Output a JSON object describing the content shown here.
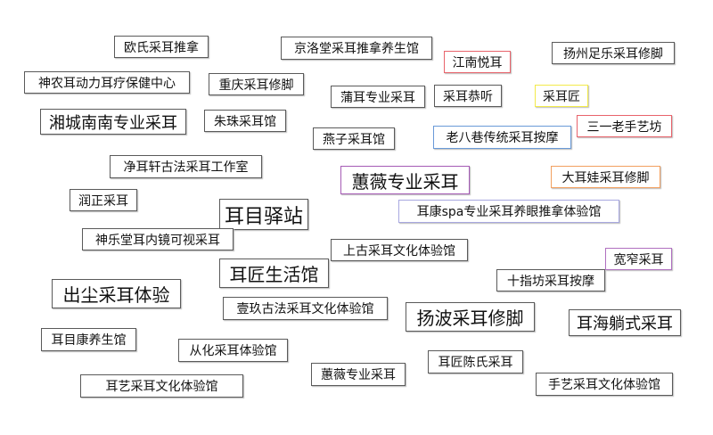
{
  "tags": [
    {
      "label": "欧氏采耳推拿",
      "border": "#5a5a5a"
    },
    {
      "label": "京洛堂采耳推拿养生馆",
      "border": "#5a5a5a"
    },
    {
      "label": "江南悦耳",
      "border": "#e8636b"
    },
    {
      "label": "扬州足乐采耳修脚",
      "border": "#5a5a5a"
    },
    {
      "label": "神农耳动力耳疗保健中心",
      "border": "#5a5a5a"
    },
    {
      "label": "重庆采耳修脚",
      "border": "#5a5a5a"
    },
    {
      "label": "蒲耳专业采耳",
      "border": "#5a5a5a"
    },
    {
      "label": "采耳恭听",
      "border": "#5a5a5a"
    },
    {
      "label": "采耳匠",
      "border": "#f2ea4a"
    },
    {
      "label": "湘城南南专业采耳",
      "border": "#5a5a5a"
    },
    {
      "label": "朱珠采耳馆",
      "border": "#5a5a5a"
    },
    {
      "label": "燕子采耳馆",
      "border": "#5a5a5a"
    },
    {
      "label": "老八巷传统采耳按摩",
      "border": "#6a9ad8"
    },
    {
      "label": "三一老手艺坊",
      "border": "#e8636b"
    },
    {
      "label": "净耳轩古法采耳工作室",
      "border": "#5a5a5a"
    },
    {
      "label": "蕙薇专业采耳",
      "border": "#a55bb5"
    },
    {
      "label": "大耳娃采耳修脚",
      "border": "#f2a060"
    },
    {
      "label": "润正采耳",
      "border": "#5a5a5a"
    },
    {
      "label": "耳目驿站",
      "border": "#5a5a5a"
    },
    {
      "label": "耳康spa专业采耳养眼推拿体验馆",
      "border": "#a8a8e0"
    },
    {
      "label": "神乐堂耳内镜可视采耳",
      "border": "#5a5a5a"
    },
    {
      "label": "上古采耳文化体验馆",
      "border": "#5a5a5a"
    },
    {
      "label": "宽窄采耳",
      "border": "#b070c0"
    },
    {
      "label": "耳匠生活馆",
      "border": "#5a5a5a"
    },
    {
      "label": "十指坊采耳按摩",
      "border": "#5a5a5a"
    },
    {
      "label": "出尘采耳体验",
      "border": "#5a5a5a"
    },
    {
      "label": "壹玖古法采耳文化体验馆",
      "border": "#5a5a5a"
    },
    {
      "label": "扬波采耳修脚",
      "border": "#5a5a5a"
    },
    {
      "label": "耳海躺式采耳",
      "border": "#5a5a5a"
    },
    {
      "label": "耳目康养生馆",
      "border": "#5a5a5a"
    },
    {
      "label": "从化采耳体验馆",
      "border": "#5a5a5a"
    },
    {
      "label": "蕙薇专业采耳",
      "border": "#5a5a5a"
    },
    {
      "label": "耳匠陈氏采耳",
      "border": "#5a5a5a"
    },
    {
      "label": "耳艺采耳文化体验馆",
      "border": "#5a5a5a"
    },
    {
      "label": "手艺采耳文化体验馆",
      "border": "#5a5a5a"
    }
  ]
}
